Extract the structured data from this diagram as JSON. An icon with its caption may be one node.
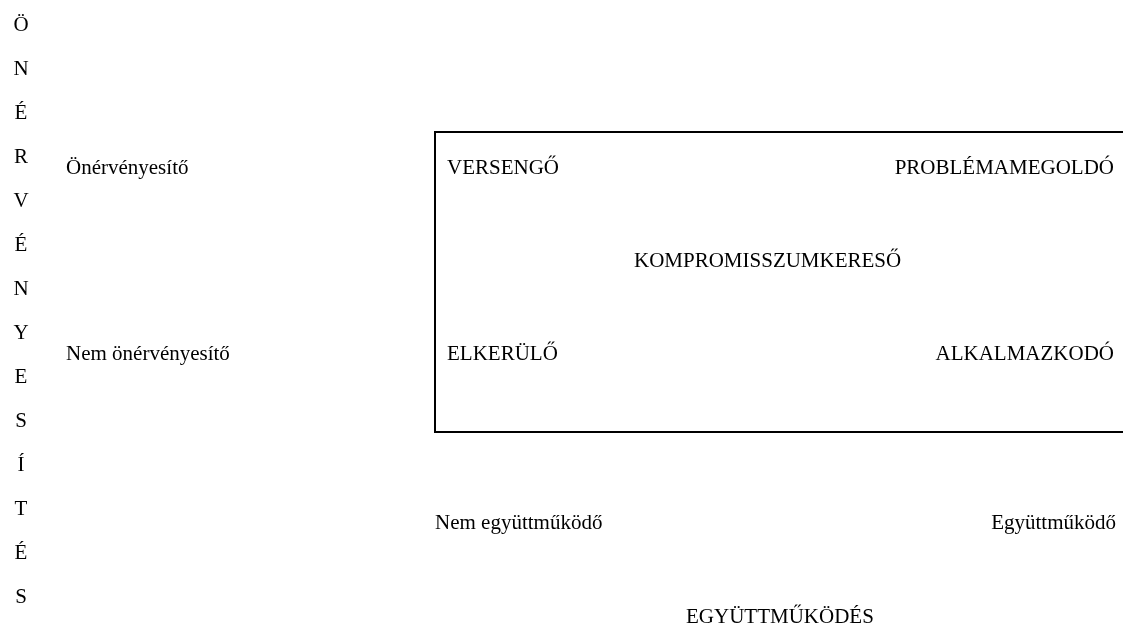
{
  "diagram": {
    "nodes": [
      {
        "text": [
          "VERSENGŐ",
          "PROBLÉMAMEGOLDÓ",
          "KOMPROMISSZUMKERESŐ",
          "ELKERÜLŐ",
          "ALKALMAZKODÓ"
        ]
      }
    ],
    "labels": [
      "ÖNÉRVÉNYESÍTÉS",
      "Önérvényesítő",
      "Nem önérvényesítő",
      "Nem együttműködő",
      "Együttműködő",
      "EGYÜTTMŰKÖDÉS"
    ]
  }
}
